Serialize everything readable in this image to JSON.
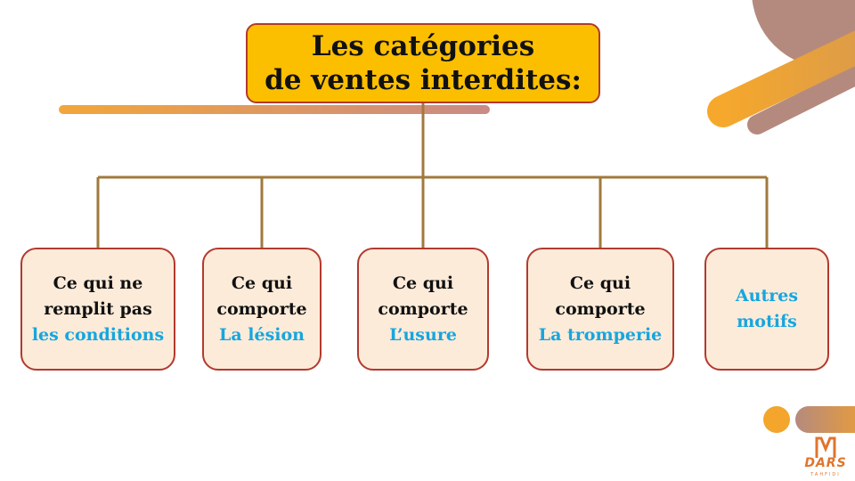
{
  "title": {
    "line1": "Les catégories",
    "line2": "de ventes interdites:"
  },
  "categories": [
    {
      "lines": [
        "Ce qui ne",
        "remplit pas"
      ],
      "highlight": "les conditions"
    },
    {
      "lines": [
        "Ce qui",
        "comporte"
      ],
      "highlight": "La lésion"
    },
    {
      "lines": [
        "Ce qui",
        "comporte"
      ],
      "highlight": "L’usure"
    },
    {
      "lines": [
        "Ce qui",
        "comporte"
      ],
      "highlight": "La tromperie"
    },
    {
      "lines": [],
      "highlight": "Autres motifs"
    }
  ],
  "logo": {
    "text": "DARS",
    "subtext": "TAHFIDI"
  },
  "colors": {
    "title_fill": "#fbbf00",
    "border": "#b23a2e",
    "box_fill": "#fdebd9",
    "highlight_text": "#16a6df",
    "connector": "#a07a3c",
    "accent_orange": "#f0a030",
    "accent_mauve": "#b58a7e"
  }
}
